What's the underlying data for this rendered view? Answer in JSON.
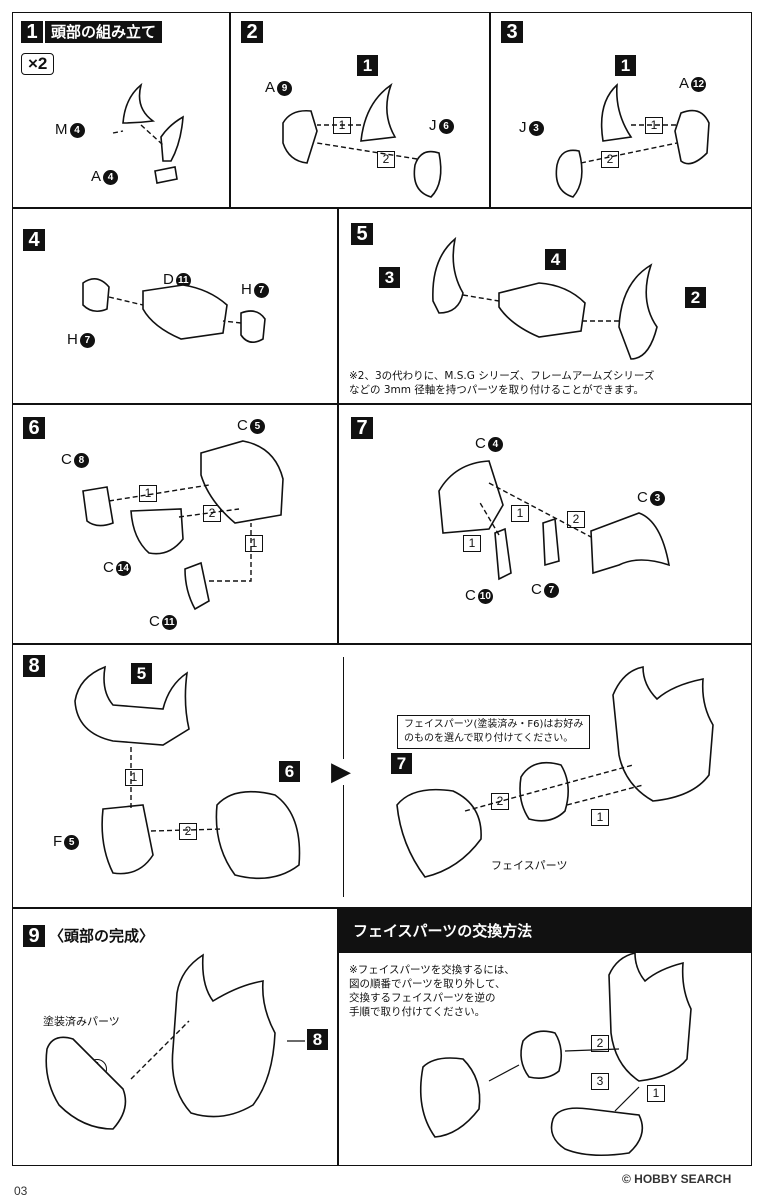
{
  "steps": {
    "s1": {
      "num": "1",
      "title": "頭部の組み立て",
      "qty": "×2",
      "label_m": "M",
      "m_no": "4",
      "label_a": "A",
      "a_no": "4"
    },
    "s2": {
      "num": "2",
      "label_a": "A",
      "a_no": "9",
      "label_j": "J",
      "j_no": "6",
      "part": "1",
      "order1": "1",
      "order2": "2"
    },
    "s3": {
      "num": "3",
      "label_a": "A",
      "a_no": "12",
      "label_j": "J",
      "j_no": "3",
      "part": "1",
      "order1": "1",
      "order2": "2"
    },
    "s4": {
      "num": "4",
      "label_d": "D",
      "d_no": "11",
      "label_h1": "H",
      "h1_no": "7",
      "label_h2": "H",
      "h2_no": "7"
    },
    "s5": {
      "num": "5",
      "part_a": "3",
      "part_b": "4",
      "part_c": "2",
      "note_line1": "※2、3の代わりに、M.S.G シリーズ、フレームアームズシリーズ",
      "note_line2": "などの 3mm 径軸を持つパーツを取り付けることができます。"
    },
    "s6": {
      "num": "6",
      "c1": "C",
      "c1_no": "5",
      "c2": "C",
      "c2_no": "8",
      "c3": "C",
      "c3_no": "14",
      "c4": "C",
      "c4_no": "11",
      "order1": "1",
      "order2": "2",
      "order3": "1"
    },
    "s7": {
      "num": "7",
      "c1": "C",
      "c1_no": "4",
      "c2": "C",
      "c2_no": "3",
      "c3": "C",
      "c3_no": "10",
      "c4": "C",
      "c4_no": "7",
      "order1": "1",
      "order2": "1",
      "order3": "2"
    },
    "s8": {
      "num": "8",
      "part5": "5",
      "part6": "6",
      "label_f": "F",
      "f_no": "5",
      "order1": "1",
      "order2": "2",
      "part7": "7",
      "callout_line1": "フェイスパーツ(塗装済み・F6)はお好み",
      "callout_line2": "のものを選んで取り付けてください。",
      "face_label": "フェイスパーツ",
      "order3": "2",
      "order4": "1"
    },
    "s9": {
      "num": "9",
      "title": "〈頭部の完成〉",
      "painted_label": "塗装済みパーツ",
      "part8": "8",
      "caution": "!"
    },
    "swap": {
      "title": "フェイスパーツの交換方法",
      "note_line1": "※フェイスパーツを交換するには、",
      "note_line2": "図の順番でパーツを取り外して、",
      "note_line3": "交換するフェイスパーツを逆の",
      "note_line4": "手順で取り付けてください。",
      "order1": "2",
      "order2": "3",
      "order3": "1"
    }
  },
  "footer": {
    "page": "03",
    "watermark": "© HOBBY SEARCH"
  }
}
